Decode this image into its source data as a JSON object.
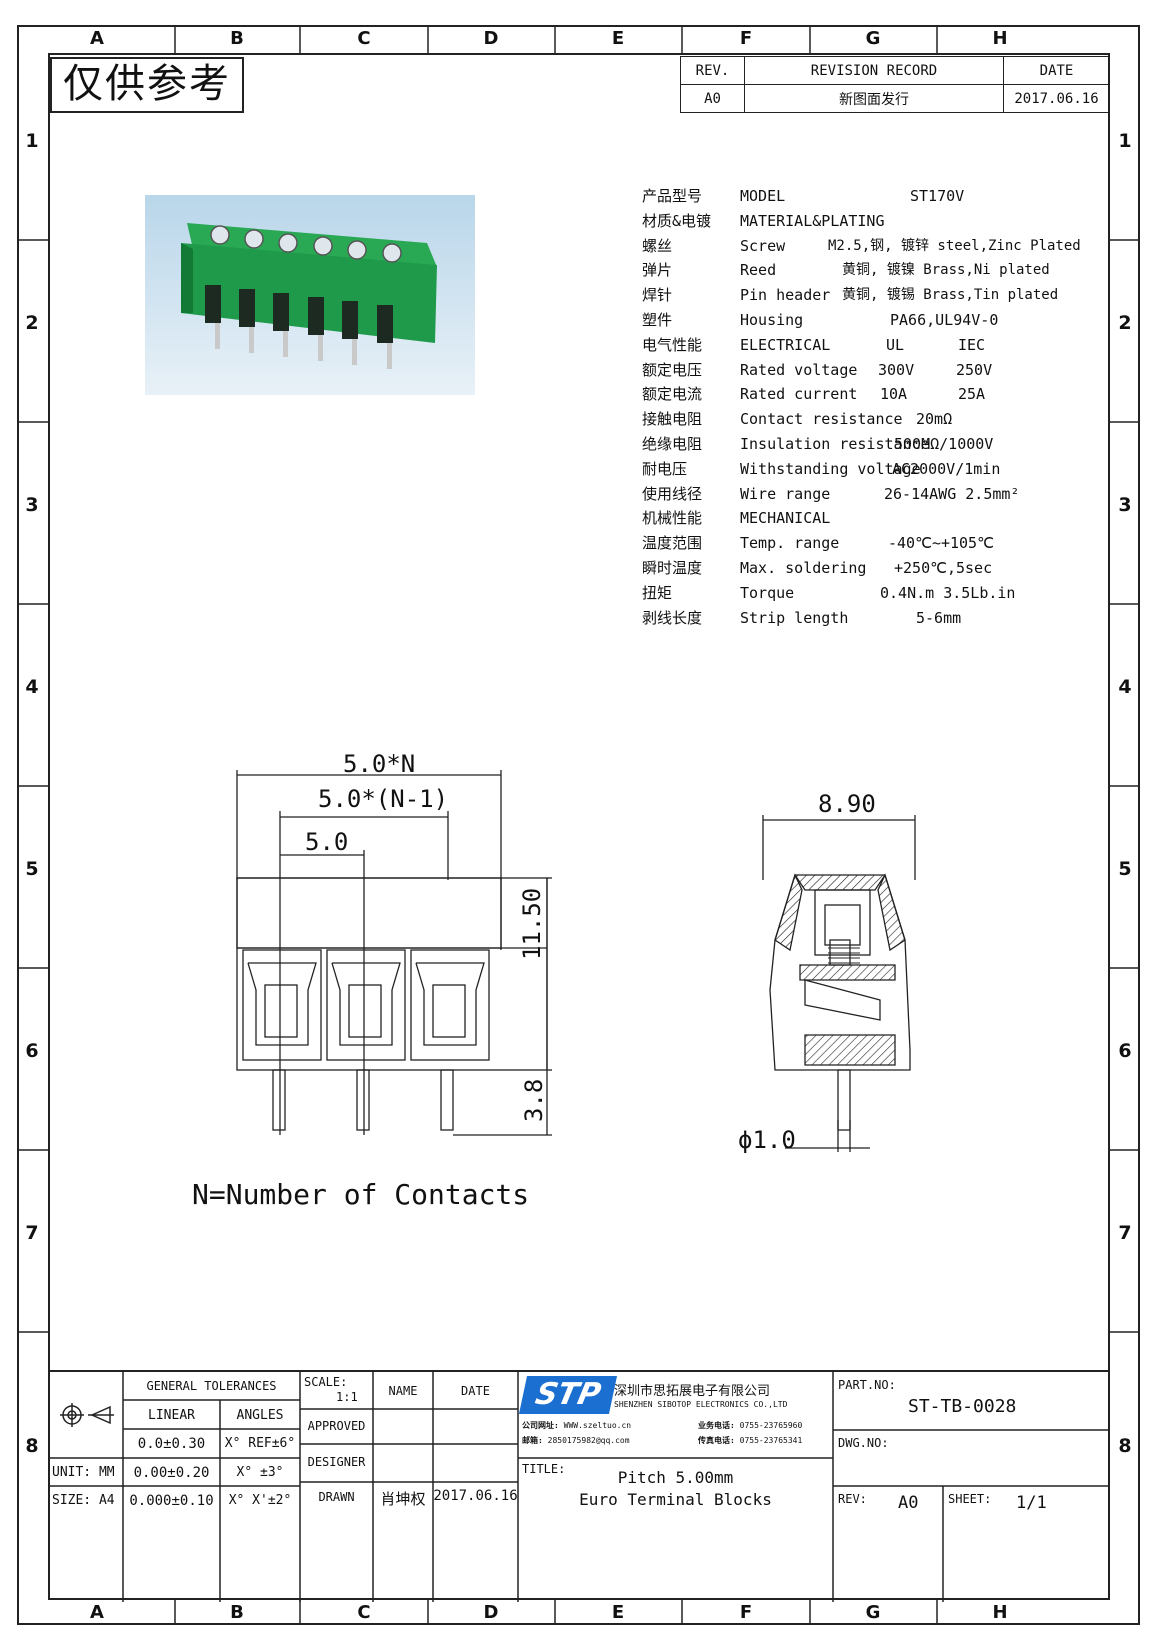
{
  "zones": {
    "letters": [
      "A",
      "B",
      "C",
      "D",
      "E",
      "F",
      "G",
      "H"
    ],
    "numbers": [
      "1",
      "2",
      "3",
      "4",
      "5",
      "6",
      "7",
      "8"
    ]
  },
  "stamp": "仅供参考",
  "revision": {
    "headers": {
      "rev": "REV.",
      "record": "REVISION RECORD",
      "date": "DATE"
    },
    "row": {
      "rev": "A0",
      "record": "新图面发行",
      "date": "2017.06.16"
    }
  },
  "specs": [
    {
      "cn": "产品型号",
      "en": "MODEL",
      "v1": "ST170V",
      "v2": ""
    },
    {
      "cn": "材质&电镀",
      "en": "MATERIAL&PLATING",
      "v1": "",
      "v2": ""
    },
    {
      "cn": "螺丝",
      "en": "Screw",
      "v1": "M2.5,钢, 镀锌 steel,Zinc Plated",
      "v2": ""
    },
    {
      "cn": "弹片",
      "en": "Reed",
      "v1": "黄铜, 镀镍 Brass,Ni plated",
      "v2": ""
    },
    {
      "cn": "焊针",
      "en": "Pin header",
      "v1": "黄铜, 镀锡 Brass,Tin plated",
      "v2": ""
    },
    {
      "cn": "塑件",
      "en": "Housing",
      "v1": "PA66,UL94V-0",
      "v2": ""
    },
    {
      "cn": "电气性能",
      "en": "ELECTRICAL",
      "v1": "UL",
      "v2": "IEC"
    },
    {
      "cn": "额定电压",
      "en": "Rated voltage",
      "v1": "300V",
      "v2": "250V"
    },
    {
      "cn": "额定电流",
      "en": "Rated current",
      "v1": "10A",
      "v2": "25A"
    },
    {
      "cn": "接触电阻",
      "en": "Contact resistance",
      "v1": "20mΩ",
      "v2": ""
    },
    {
      "cn": "绝缘电阻",
      "en": "Insulation resistance",
      "v1": "500MΩ/1000V",
      "v2": ""
    },
    {
      "cn": "耐电压",
      "en": "Withstanding voltage",
      "v1": "AC2000V/1min",
      "v2": ""
    },
    {
      "cn": "使用线径",
      "en": "Wire range",
      "v1": "26-14AWG 2.5mm²",
      "v2": ""
    },
    {
      "cn": "机械性能",
      "en": "MECHANICAL",
      "v1": "",
      "v2": ""
    },
    {
      "cn": "温度范围",
      "en": "Temp. range",
      "v1": "-40℃~+105℃",
      "v2": ""
    },
    {
      "cn": "瞬时温度",
      "en": "Max. soldering",
      "v1": "+250℃,5sec",
      "v2": ""
    },
    {
      "cn": "扭矩",
      "en": "Torque",
      "v1": "0.4N.m  3.5Lb.in",
      "v2": ""
    },
    {
      "cn": "剥线长度",
      "en": "Strip length",
      "v1": "5-6mm",
      "v2": ""
    }
  ],
  "front_view": {
    "dim_total": "5.0*N",
    "dim_n1": "5.0*(N-1)",
    "dim_pitch": "5.0",
    "dim_height": "11.50",
    "dim_pin": "3.8",
    "note": "N=Number of Contacts"
  },
  "side_view": {
    "dim_width": "8.90",
    "dim_pin_dia": "ϕ1.0"
  },
  "colors": {
    "housing": "#1f9a4a",
    "housing_dark": "#137a36",
    "photo_bg": "#cfe2ef"
  },
  "title_block": {
    "general_tolerances": "GENERAL TOLERANCES",
    "linear": "LINEAR",
    "angles": "ANGLES",
    "tol_rows": [
      {
        "lin": "0.0±0.30",
        "ang": "X° REF±6°"
      },
      {
        "lin": "0.00±0.20",
        "ang": "X° ±3°"
      },
      {
        "lin": "0.000±0.10",
        "ang": "X° X'±2°"
      }
    ],
    "unit": "UNIT: MM",
    "size": "SIZE: A4",
    "scale_label": "SCALE:",
    "scale_value": "1:1",
    "name": "NAME",
    "date": "DATE",
    "approved": "APPROVED",
    "designer": "DESIGNER",
    "drawn": "DRAWN",
    "drawn_name": "肖坤权",
    "drawn_date": "2017.06.16",
    "logo_text": "STP",
    "company_cn": "深圳市思拓展电子有限公司",
    "company_en": "SHENZHEN SIBOTOP ELECTRONICS CO.,LTD",
    "contact_web_label": "公司网址:",
    "contact_web": "WWW.szeltuo.cn",
    "contact_phone_label": "业务电话:",
    "contact_phone": "0755-23765960",
    "contact_mail_label": "邮箱:",
    "contact_mail": "2850175982@qq.com",
    "contact_fax_label": "传真电话:",
    "contact_fax": "0755-23765341",
    "title_label": "TITLE:",
    "title_line1": "Pitch 5.00mm",
    "title_line2": "Euro Terminal Blocks",
    "part_no_label": "PART.NO:",
    "part_no": "ST-TB-0028",
    "dwg_no_label": "DWG.NO:",
    "rev_label": "REV:",
    "rev_value": "A0",
    "sheet_label": "SHEET:",
    "sheet_value": "1/1"
  }
}
